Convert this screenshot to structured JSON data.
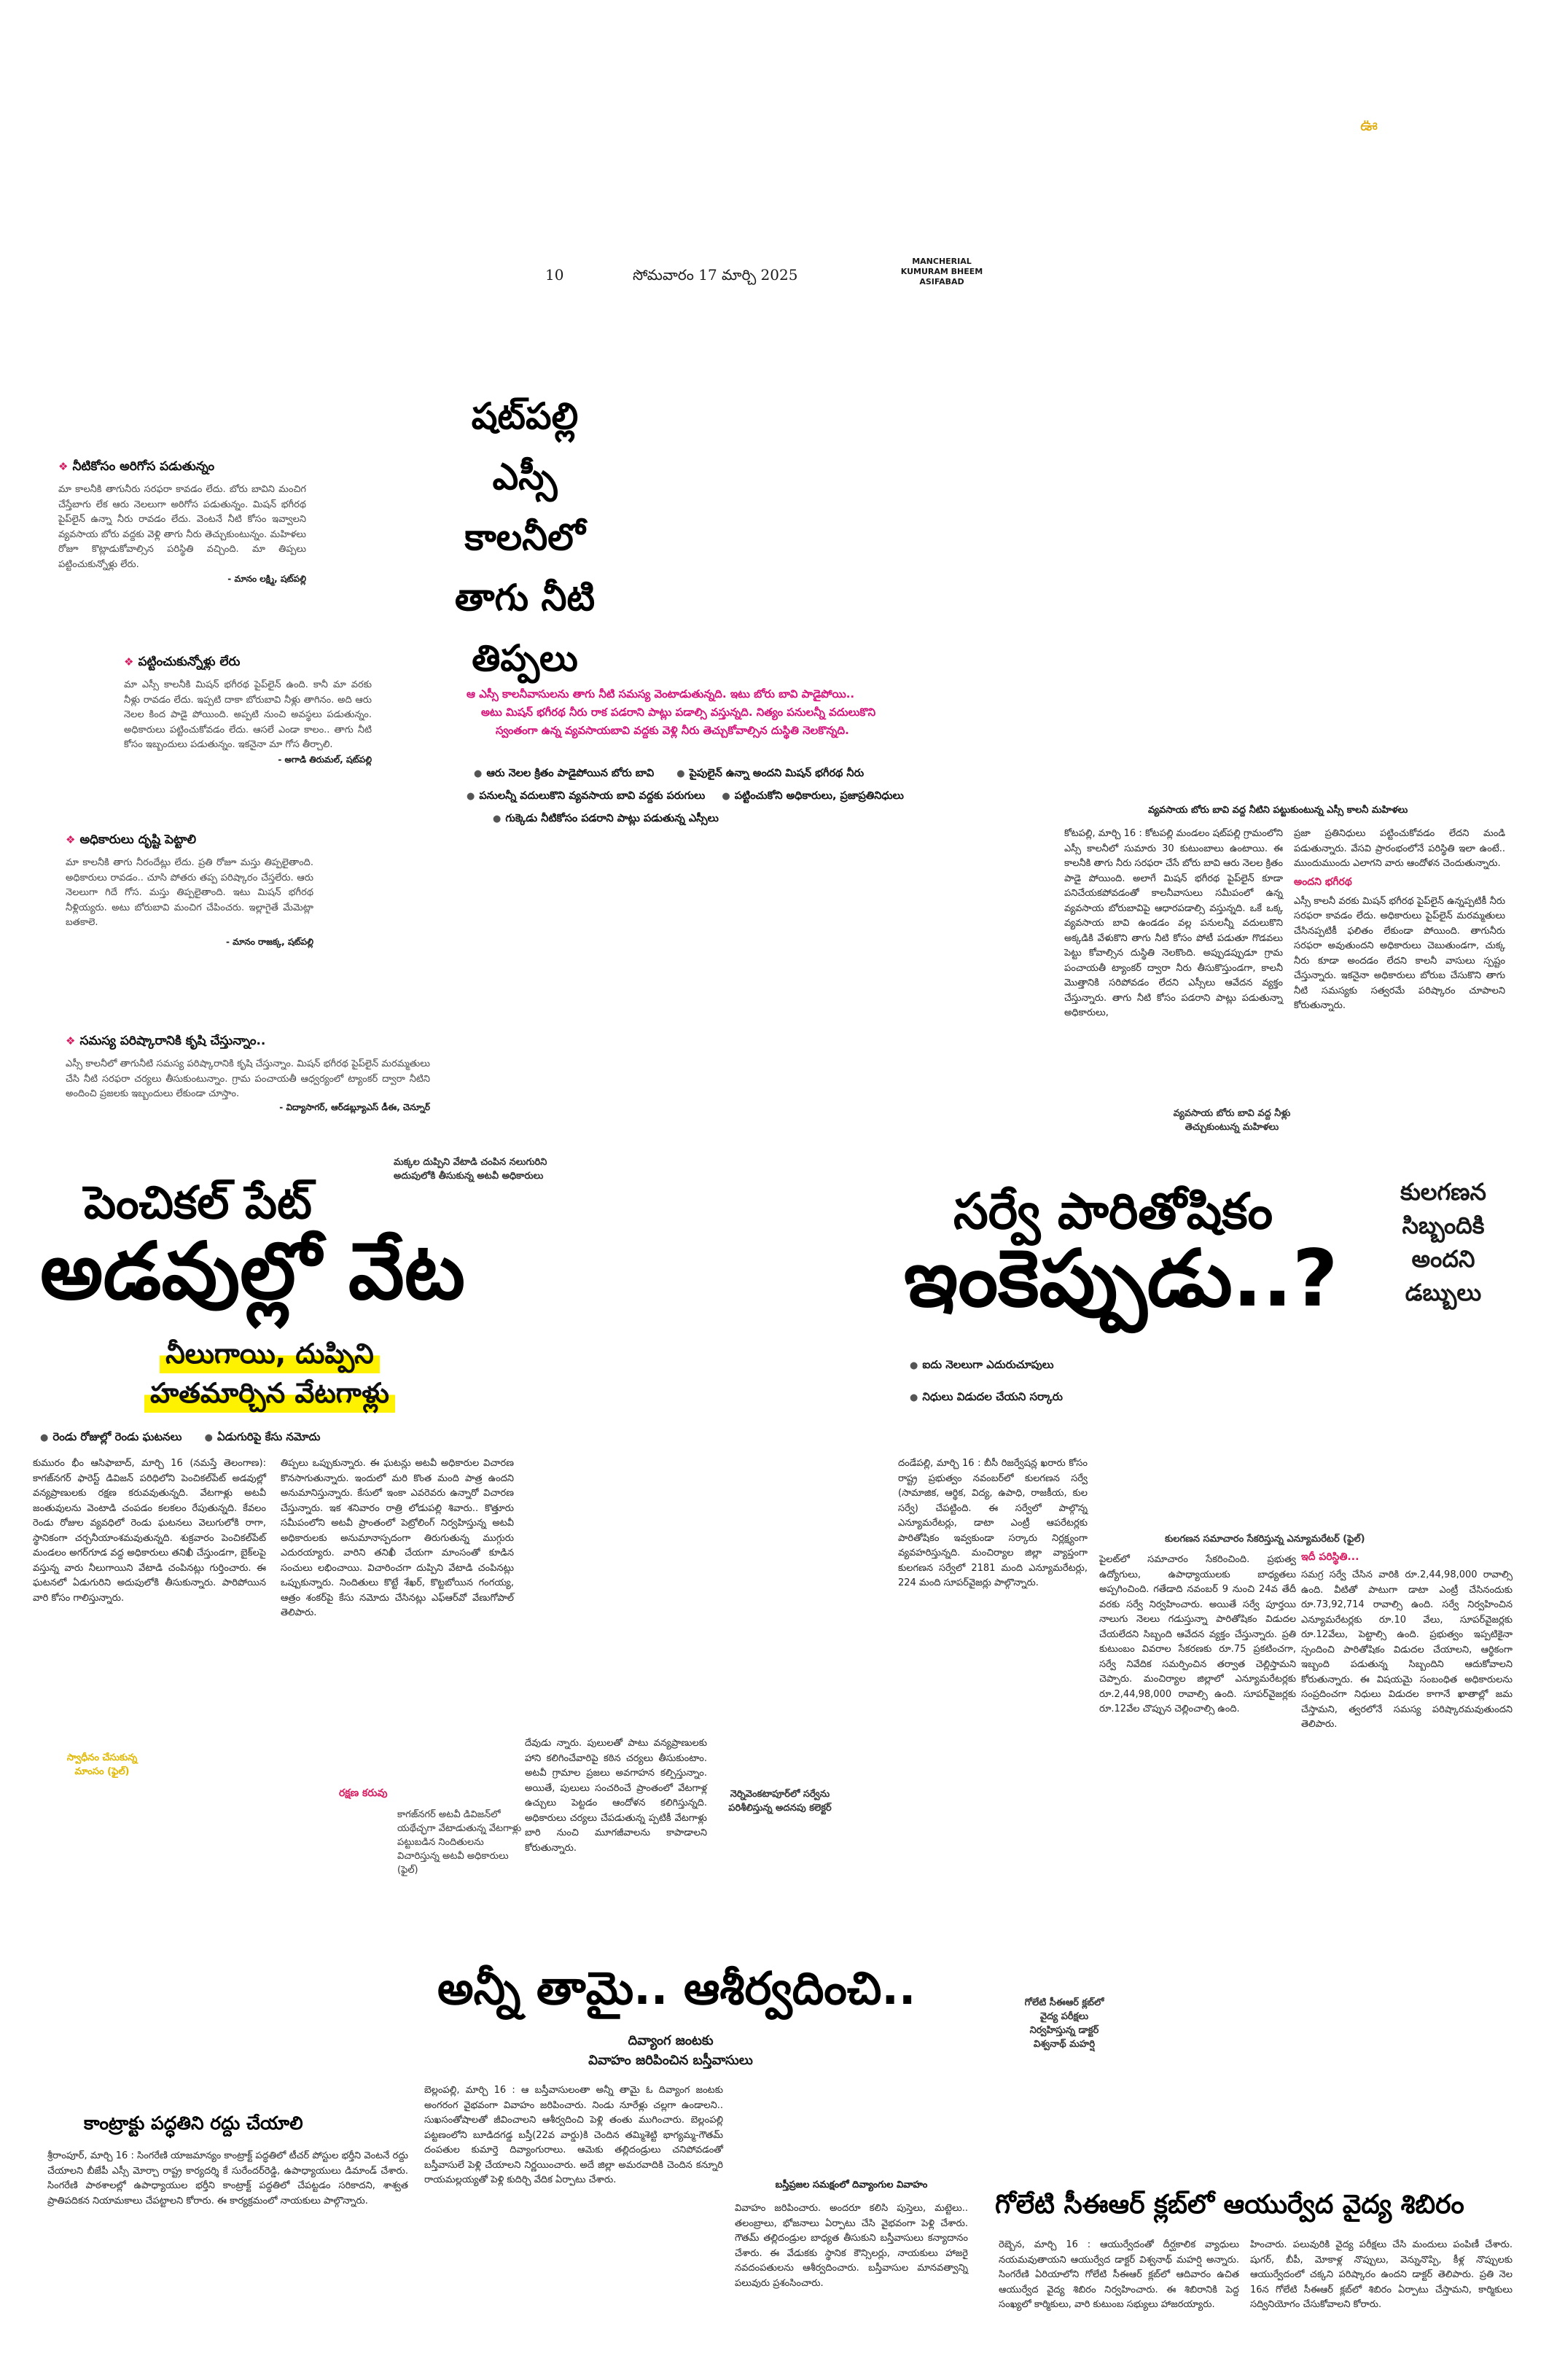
{
  "corner_mark": "ఊ",
  "masthead": {
    "page_number": "10",
    "date": "సోమవారం 17 మార్చి 2025",
    "district_lines": [
      "MANCHERIAL",
      "KUMURAM BHEEM",
      "ASIFABAD"
    ]
  },
  "story_water": {
    "headline_lines": [
      "షట్‌పల్లి",
      "ఎస్సీ",
      "కాలనీలో",
      "తాగు నీటి",
      "తిప్పలు"
    ],
    "deck_lines": [
      "ఆ ఎస్సీ కాలనీవాసులను తాగు నీటి సమస్య వెంటాడుతున్నది. ఇటు బోరు బావి పాడైపోయి..",
      "అటు మిషన్ భగీరథ నీరు రాక పడరాని పాట్లు పడాల్సి వస్తున్నది. నిత్యం పనులన్నీ వదులుకొని",
      "స్వంతంగా ఉన్న వ్యవసాయబావి వద్దకు వెళ్లి నీరు తెచ్చుకోవాల్సిన దుస్థితి నెలకొన్నది."
    ],
    "bullets": [
      "ఆరు నెలల క్రితం పాడైపోయిన బోరు బావి",
      "పైపులైన్ ఉన్నా అందని మిషన్ భగీరథ నీరు",
      "పనులన్నీ వదులుకొని వ్యవసాయ బావి వద్దకు పరుగులు",
      "పట్టించుకోని అధికారులు, ప్రజాప్రతినిధులు",
      "గుక్కెడు నీటికోసం పడరాని పాట్లు పడుతున్న ఎస్సీలు"
    ],
    "quotes": [
      {
        "title": "నీటికోసం అరిగోస పడుతున్నం",
        "text": "మా కాలనీకి తాగునీరు సరఫరా కావడం లేదు. బోరు బావిని మంచిగ చేస్తేబాగు లేక ఆరు నెలలుగా అరిగోస పడుతున్నం. మిషన్ భగీరథ పైప్‌లైన్ ఉన్నా నీరు రావడం లేదు. వెంటనే నీటి కోసం ఇవ్వాలని వ్యవసాయ బోరు వద్దకు వెళ్లి తాగు నీరు తెచ్చుకుంటున్నం. మహిళలు రోజూ కొట్లాడుకోవాల్సిన పరిస్థితి వచ్చింది. మా తిప్పలు పట్టించుకున్నోళ్లు లేరు.",
        "byline": "- మానం లక్ష్మి, షట్‌పల్లి"
      },
      {
        "title": "పట్టించుకున్నోళ్లు లేరు",
        "text": "మా ఎస్సీ కాలనీకి మిషన్ భగీరథ పైప్‌లైన్ ఉంది. కానీ మా వరకు నీళ్లు రావడం లేదు. ఇప్పటి దాకా బోరుబావి నీళ్లు తాగినం. అది ఆరు నెలల కింద పాడై పోయింది. అప్పటి నుంచి అవస్థలు పడుతున్నం. అధికారులు పట్టించుకోవడం లేదు. ఆసలే ఎండా కాలం.. తాగు నీటి కోసం ఇబ్బందులు పడుతున్నం. ఇకనైనా మా గోస తీర్చాలి.",
        "byline": "- అగాడి తిరుమల్, షట్‌పల్లి"
      },
      {
        "title": "అధికారులు దృష్టి పెట్టాలి",
        "text": "మా కాలనీకి తాగు నీరందేట్లు లేదు. ప్రతి రోజూ మస్తు తిప్పలైతాంది. అధికారులు రావడం.. చూసి పోతరు తప్ప పరిష్కారం చేస్తలేరు. ఆరు నెలలుగా గిదే గోస. మస్తు తిప్పలైతాంది. ఇటు మిషన్ భగీరథ నీళ్లియ్యరు. అటు బోరుబావి మంచిగ చేపించరు. ఇల్లాగైతే మేమెట్లా బతకాలె.",
        "byline": "- మానం రాజక్క, షట్‌పల్లి"
      },
      {
        "title": "సమస్య పరిష్కారానికి కృషి చేస్తున్నాం..",
        "text": "ఎస్సీ కాలనీలో తాగునీటి సమస్య పరిష్కారానికి కృషి చేస్తున్నాం. మిషన్ భగీరథ పైప్‌లైన్ మరమ్మతులు చేసి నీటి సరఫరా చర్యలు తీసుకుంటున్నాం. గ్రామ పంచాయతీ ఆధ్వర్యంలో ట్యాంకర్ ద్వారా నీటిని అందించి ప్రజలకు ఇబ్బందులు లేకుండా చూస్తాం.",
        "byline": "- విద్యాసాగర్, ఆర్‌డబ్ల్యూఎస్ డీఈ, చెన్నూర్"
      }
    ],
    "side_caption": "వ్యవసాయ బోరు బావి వద్ద నీటిని పట్టుకుంటున్న ఎస్సీ కాలనీ మహిళలు",
    "dateline_text": "కోటపల్లి, మార్చి 16 : కోటపల్లి మండలం షట్‌పల్లి గ్రామంలోని ఎస్సీ కాలనీలో సుమారు 30 కుటుంబాలు ఉంటాయి. ఈ కాలనీకి తాగు నీరు సరఫరా చేసే బోరు బావి ఆరు నెలల క్రితం పాడై పోయింది. అలాగే మిషన్ భగీరథ పైప్‌లైన్ కూడా పనిచేయకపోవడంతో కాలనీవాసులు సమీపంలో ఉన్న వ్యవసాయ బోరుబావిపై ఆధారపడాల్సి వస్తున్నది. ఒకే ఒక్క వ్యవసాయ బావి ఉండడం వల్ల పనులన్నీ వదులుకొని అక్కడికి వేళుకొని తాగు నీటి కోసం పోటీ పడుతూ గొడవలు పెట్టు కోవాల్సిన దుస్థితి నెలకొంది. అప్పుడప్పుడూ గ్రామ పంచాయతీ ట్యాంకర్ ద్వారా నీరు తీసుకొస్తుండగా, కాలనీ మొత్తానికి సరిపోవడం లేదని ఎస్సీలు ఆవేదన వ్యక్తం చేస్తున్నారు. తాగు నీటి కోసం పడరాని పాట్లు పడుతున్నా అధికారులు,",
    "col3_text": "ప్రజా ప్రతినిధులు పట్టించుకోవడం లేదని మండి పడుతున్నారు. వేసవి ప్రారంభంలోనే పరిస్థితి ఇలా ఉంటే.. ముందుముందు ఎలాగని వారు ఆందోళన చెందుతున్నారు.",
    "col3_sub": "అందని భగీరథ",
    "col3_text2": "ఎస్సీ కాలనీ వరకు మిషన్ భగీరథ పైప్‌లైన్ ఉన్నప్పటికీ నీరు సరఫరా కావడం లేదు. అధికారులు పైప్‌లైన్‌ మరమ్మతులు చేసినప్పటికీ ఫలితం లేకుండా పోయింది. తాగునీరు సరఫరా అవుతుందని అధికారులు చెబుతుండగా, చుక్క నీరు కూడా అందడం లేదని కాలనీ వాసులు స్పష్టం చేస్తున్నారు. ఇకనైనా అధికారులు బోరుబ చేసుకొని తాగు నీటి సమస్యకు సత్వరమే పరిష్కారం చూపాలని కోరుతున్నారు.",
    "photo_caption": "వ్యవసాయ బోరు బావి వద్ద నీళ్లు తెచ్చుకుంటున్న మహిళలు"
  },
  "story_hunting": {
    "kicker": "మక్కల దుప్పిని వేటాడి చంపిన నలుగురిని అదుపులోకి తీసుకున్న అటవీ అధికారులు",
    "headline_small": "పెంచికల్‌ పేట్‌",
    "headline_big": "అడవుల్లో వేట",
    "subhead_lines": [
      "నీలుగాయి, దుప్పిని",
      "హతమార్చిన వేటగాళ్లు"
    ],
    "bullets": [
      "రెండు రోజుల్లో రెండు ఘటనలు",
      "ఏడుగురిపై కేసు నమోదు"
    ],
    "col1": "కుమురం భీం ఆసిఫాబాద్, మార్చి 16 (నమస్తే తెలంగాణ): కాగజ్‌నగర్ ఫారెస్ట్ డివిజన్ పరిధిలోని పెంచికల్‌పేట్ అడవుల్లో వన్యప్రాణులకు రక్షణ కరువవుతున్నది. వేటగాళ్లు అటవీ జంతువులను వెంటాడి చంపడం కలకలం రేపుతున్నది. కేవలం రెండు రోజుల వ్యవధిలో రెండు ఘటనలు వెలుగులోకి రాగా, స్థానికంగా చర్చనీయాంశమవుతున్నది. శుక్రవారం పెంచికల్‌పేట్ మండలం అగర్‌గూడ వద్ద అధికారులు తనిఖీ చేస్తుండగా, బైక్‌లపై వస్తున్న వారు నీలుగాయిని వేటాడి చంపినట్లు గుర్తించారు. ఈ ఘటనలో ఏడుగురిని అదుపులోకి తీసుకున్నారు. పారిపోయిన వారి కోసం గాలిస్తున్నారు.",
    "col2": "తిప్పలు ఒప్పుకున్నారు. ఈ ఘటన్లు అటవీ అధికారుల విచారణ కొనసాగుతున్నారు. ఇందులో మరి కొంత మంది పాత్ర ఉందని అనుమానిస్తున్నారు. కేసులో ఇంకా ఎవరెవరు ఉన్నారో విచారణ చేస్తున్నారు. ఇక శనివారం రాత్రి లోడుపల్లి శివారు.. కొత్తూరు సమీపంలోని అటవీ ప్రాంతంలో పెట్రోలింగ్ నిర్వహిస్తున్న అటవీ అధికారులకు అనుమానాస్పదంగా తిరుగుతున్న ముగ్గురు ఎదురయ్యారు. వారిని తనిఖీ చేయగా మాంసంతో కూడిన సంచులు లభించాయి. విచారించగా దుప్పిని వేటాడి చంపినట్లు ఒప్పుకున్నారు. నిందితులు కొట్టే శేఖర్, కొట్టబోయిన గంగయ్య, ఆత్రం శంకర్‌పై కేసు నమోదు చేసినట్లు ఎఫ్‌ఆర్‌వో వేణుగోపాల్ తెలిపారు.",
    "col3": "దేవుడు న్నారు. పులులతో పాటు వన్యప్రాణులకు హాని కలిగించేవారిపై కఠిన చర్యలు తీసుకుంటాం. అటవీ గ్రామాల ప్రజలు అవగాహన కల్పిస్తున్నాం. అయితే, పులులు సంచరించే ప్రాంతంలో వేటగాళ్ల ఉచ్చులు పెట్టడం ఆందోళన కలిగిస్తున్నది. అధికారులు చర్యలు చేపడుతున్న ప్పటికీ వేటగాళ్లు బారి నుంచి మూగజీవాలను కాపాడాలని కోరుతున్నారు.",
    "photo_caption_yellow": "స్వాధీనం చేసుకున్న మాంసం (ఫైల్)",
    "photo_caption_2": "కాగజ్‌నగర్ అటవీ డివిజన్‌లో యథేచ్ఛగా వేటాడుతున్న వేటగాళ్లు పట్టుబడిన నిందితులను విచారిస్తున్న అటవీ అధికారులు (ఫైల్)",
    "byline": "రక్షణ కరువు",
    "photo_caption_3": "నెర్నివెంకటాపూర్‌లో సర్వేను పరిశీలిస్తున్న అదనపు కలెక్టర్"
  },
  "story_survey": {
    "headline_top": "సర్వే పారితోషికం",
    "headline_big": "ఇంకెప్పుడు..?",
    "side_lines": [
      "కులగణన",
      "సిబ్బందికి",
      "అందని",
      "డబ్బులు"
    ],
    "bullets": [
      "ఐదు నెలలుగా ఎదురుచూపులు",
      "నిధులు విడుదల చేయని సర్కారు"
    ],
    "col1": "దండేపల్లి, మార్చి 16 : బీసీ రిజర్వేషన్ల ఖరారు కోసం రాష్ట్ర ప్రభుత్వం నవంబర్‌లో కులగణన సర్వే (సామాజిక, ఆర్థిక, విద్య, ఉపాధి, రాజకీయ, కుల సర్వే) చేపట్టింది. ఈ సర్వేలో పాల్గొన్న ఎన్యూమరేటర్లు, డాటా ఎంట్రీ ఆపరేటర్లకు పారితోషికం ఇవ్వకుండా సర్కారు నిర్లక్ష్యంగా వ్యవహరిస్తున్నది. మంచిర్యాల జిల్లా వ్యాప్తంగా కులగణన సర్వేలో 2181 మంది ఎన్యూమరేటర్లు, 224 మంది సూపర్‌వైజర్లు పాల్గొన్నారు.",
    "photo_caption": "కులగణన సమాచారం సేకరిస్తున్న ఎన్యూమరేటర్ (ఫైల్)",
    "col2": "పైలట్‌లో సమాచారం సేకరించింది. ప్రభుత్వ ఉద్యోగులు, ఉపాధ్యాయులకు బాధ్యతలు అప్పగించింది. గతేడాది నవంబర్ 9 నుంచి 24వ తేదీ వరకు సర్వే నిర్వహించారు. అయితే సర్వే పూర్తయి నాలుగు నెలలు గడుస్తున్నా పారితోషికం విడుదల చేయలేదని సిబ్బంది ఆవేదన వ్యక్తం చేస్తున్నారు. ప్రతి కుటుంబం వివరాల సేకరణకు రూ.75 ప్రకటించగా, సర్వే నివేదిక సమర్పించిన తర్వాత చెల్లిస్తామని చెప్పారు. మంచిర్యాల జిల్లాలో ఎన్యూమరేటర్లకు రూ.2,44,98,000 రావాల్సి ఉంది. సూపర్‌వైజర్లకు రూ.12వేల చొప్పున చెల్లించాల్సి ఉంది.",
    "sub": "ఇదీ పరిస్థితి...",
    "col3": "సమగ్ర సర్వే చేసిన వారికి రూ.2,44,98,000 రావాల్సి ఉంది. వీటితో పాటుగా డాటా ఎంట్రీ చేసినందుకు రూ.73,92,714 రావాల్సి ఉంది. సర్వే నిర్వహించిన ఎన్యూమరేటర్లకు రూ.10 వేలు, సూపర్‌వైజర్లకు రూ.12వేలు, పెట్టాల్సి ఉంది. ప్రభుత్వం ఇప్పటికైనా స్పందించి పారితోషికం విడుదల చేయాలని, ఆర్థికంగా ఇబ్బంది పడుతున్న సిబ్బందిని ఆదుకోవాలని కోరుతున్నారు. ఈ విషయమై సంబంధిత అధికారులను సంప్రదించగా నిధులు విడుదల కాగానే ఖాతాల్లో జమ చేస్తామని, త్వరలోనే సమస్య పరిష్కారమవుతుందని తెలిపారు."
  },
  "story_marriage": {
    "headline": "అన్నీ తామై.. ఆశీర్వదించి..",
    "deck_lines": [
      "దివ్యాంగ జంటకు",
      "వివాహం జరిపించిన బస్తీవాసులు"
    ],
    "col1": "బెల్లంపల్లి, మార్చి 16 : ఆ బస్తీవాసులంతా అన్నీ తామై ఓ దివ్యాంగ జంటకు అంగరంగ వైభవంగా వివాహం జరిపించారు. నిండు నూరేళ్లు చల్లగా ఉండాలని.. సుఖసంతోషాలతో జీవించాలని ఆశీర్వదించి పెళ్లి తంతు ముగించారు. బెల్లంపల్లి పట్టణంలోని బూడిదగడ్డ బస్తీ(22వ వార్డు)కి చెందిన తమ్మిశెట్టి భాగ్యమ్మ-గౌతమ్‌ దంపతుల కుమార్తె దివ్యాంగురాలు. ఆమెకు తల్లిదండ్రులు చనిపోవడంతో బస్తీవాసులే పెళ్లి చేయాలని నిర్ణయించారు. అదే జిల్లా అమరవాదికి చెందిన కన్నూరి రాయమల్లయ్యతో పెళ్లి కుదిర్చి వేదిక ఏర్పాటు చేశారు.",
    "col2_title": "బస్తీప్రజల సమక్షంలో దివ్యాంగుల వివాహం",
    "col2": "వివాహం జరిపించారు. అందరూ కలిసి పుస్తెలు, మట్టెలు.. తలంబ్రాలు, భోజనాలు ఏర్పాటు చేసి వైభవంగా పెళ్లి చేశారు. గౌతమ్ తల్లిదండ్రుల బాధ్యత తీసుకుని బస్తీవాసులు కన్యాదానం చేశారు. ఈ వేడుకకు స్థానిక కౌన్సిలర్లు, నాయకులు హాజరై నవదంపతులను ఆశీర్వదించారు. బస్తీవాసుల మానవత్వాన్ని పలువురు ప్రశంసించారు.",
    "photo_caption": "గోలేటి సీఈఆర్ క్లబ్‌లో వైద్య పరీక్షలు నిర్వహిస్తున్న డాక్టర్ విశ్వనాథ్ మహర్షి"
  },
  "story_contract": {
    "headline": "కాంట్రాక్టు పద్ధతిని రద్దు చేయాలి",
    "text": "శ్రీరాంపూర్, మార్చి 16 : సింగరేణి యాజమాన్యం కాంట్రాక్ట్ పద్ధతిలో టీచర్ పోస్టుల భర్తీని వెంటనే రద్దు చేయాలని బీజేపీ ఎస్సీ మోర్చా రాష్ట్ర కార్యదర్శి కే సురేందర్‌రెడ్డి, ఉపాధ్యాయులు డిమాండ్ చేశారు. సింగరేణి పాఠశాలల్లో ఉపాధ్యాయుల భర్తీని కాంట్రాక్ట్ పద్ధతిలో చేపట్టడం సరికాదని, శాశ్వత ప్రాతిపదికన నియామకాలు చేపట్టాలని కోరారు. ఈ కార్యక్రమంలో నాయకులు పాల్గొన్నారు."
  },
  "story_ayurveda": {
    "headline": "గోలేటి సీఈఆర్‌ క్లబ్‌లో ఆయుర్వేద వైద్య శిబిరం",
    "col1": "రెబ్బెన, మార్చి 16 : ఆయుర్వేదంతో దీర్ఘకాలిక వ్యాధులు నయమవుతాయని ఆయుర్వేద డాక్టర్ విశ్వనాథ్ మహర్షి అన్నారు. సింగరేణి ఏరియాలోని గోలేటి సీఈఆర్ క్లబ్‌లో ఆదివారం ఉచిత ఆయుర్వేద వైద్య శిబిరం నిర్వహించారు. ఈ శిబిరానికి పెద్ద సంఖ్యలో కార్మికులు, వారి కుటుంబ సభ్యులు హాజరయ్యారు.",
    "col2": "హించారు. పలువురికి వైద్య పరీక్షలు చేసి మందులు పంపిణీ చేశారు. షుగర్, బీపీ, మోకాళ్ల నొప్పులు, వెన్నునొప్పి, కీళ్ల నొప్పులకు ఆయుర్వేదంలో చక్కని పరిష్కారం ఉందని డాక్టర్ తెలిపారు. ప్రతి నెల 16న గోలేటి సీఈఆర్ క్లబ్‌లో శిబిరం ఏర్పాటు చేస్తామని, కార్మికులు సద్వినియోగం చేసుకోవాలని కోరారు."
  }
}
